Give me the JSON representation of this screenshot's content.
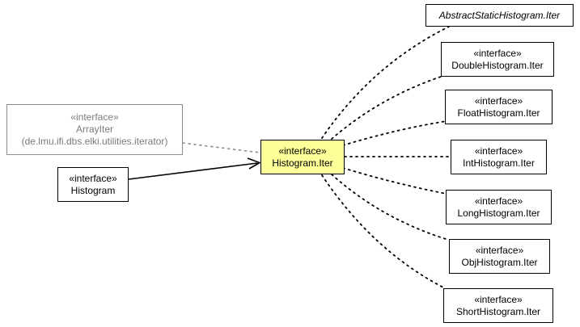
{
  "diagram": {
    "center": {
      "stereotype": "«interface»",
      "name": "Histogram.Iter"
    },
    "left": [
      {
        "id": "arrayiter",
        "stereotype": "«interface»",
        "name": "ArrayIter",
        "package": "(de.lmu.ifi.dbs.elki.utilities.iterator)",
        "style": "gray"
      },
      {
        "id": "histogram",
        "stereotype": "«interface»",
        "name": "Histogram",
        "style": "normal"
      }
    ],
    "right": [
      {
        "id": "abstractstatic",
        "stereotype": "",
        "name": "AbstractStaticHistogram.Iter",
        "italic": true
      },
      {
        "id": "double",
        "stereotype": "«interface»",
        "name": "DoubleHistogram.Iter"
      },
      {
        "id": "float",
        "stereotype": "«interface»",
        "name": "FloatHistogram.Iter"
      },
      {
        "id": "int",
        "stereotype": "«interface»",
        "name": "IntHistogram.Iter"
      },
      {
        "id": "long",
        "stereotype": "«interface»",
        "name": "LongHistogram.Iter"
      },
      {
        "id": "obj",
        "stereotype": "«interface»",
        "name": "ObjHistogram.Iter"
      },
      {
        "id": "short",
        "stereotype": "«interface»",
        "name": "ShortHistogram.Iter"
      }
    ],
    "colors": {
      "focus_fill": "#ffff99",
      "border": "#000000",
      "gray": "#8c8c8c"
    }
  }
}
